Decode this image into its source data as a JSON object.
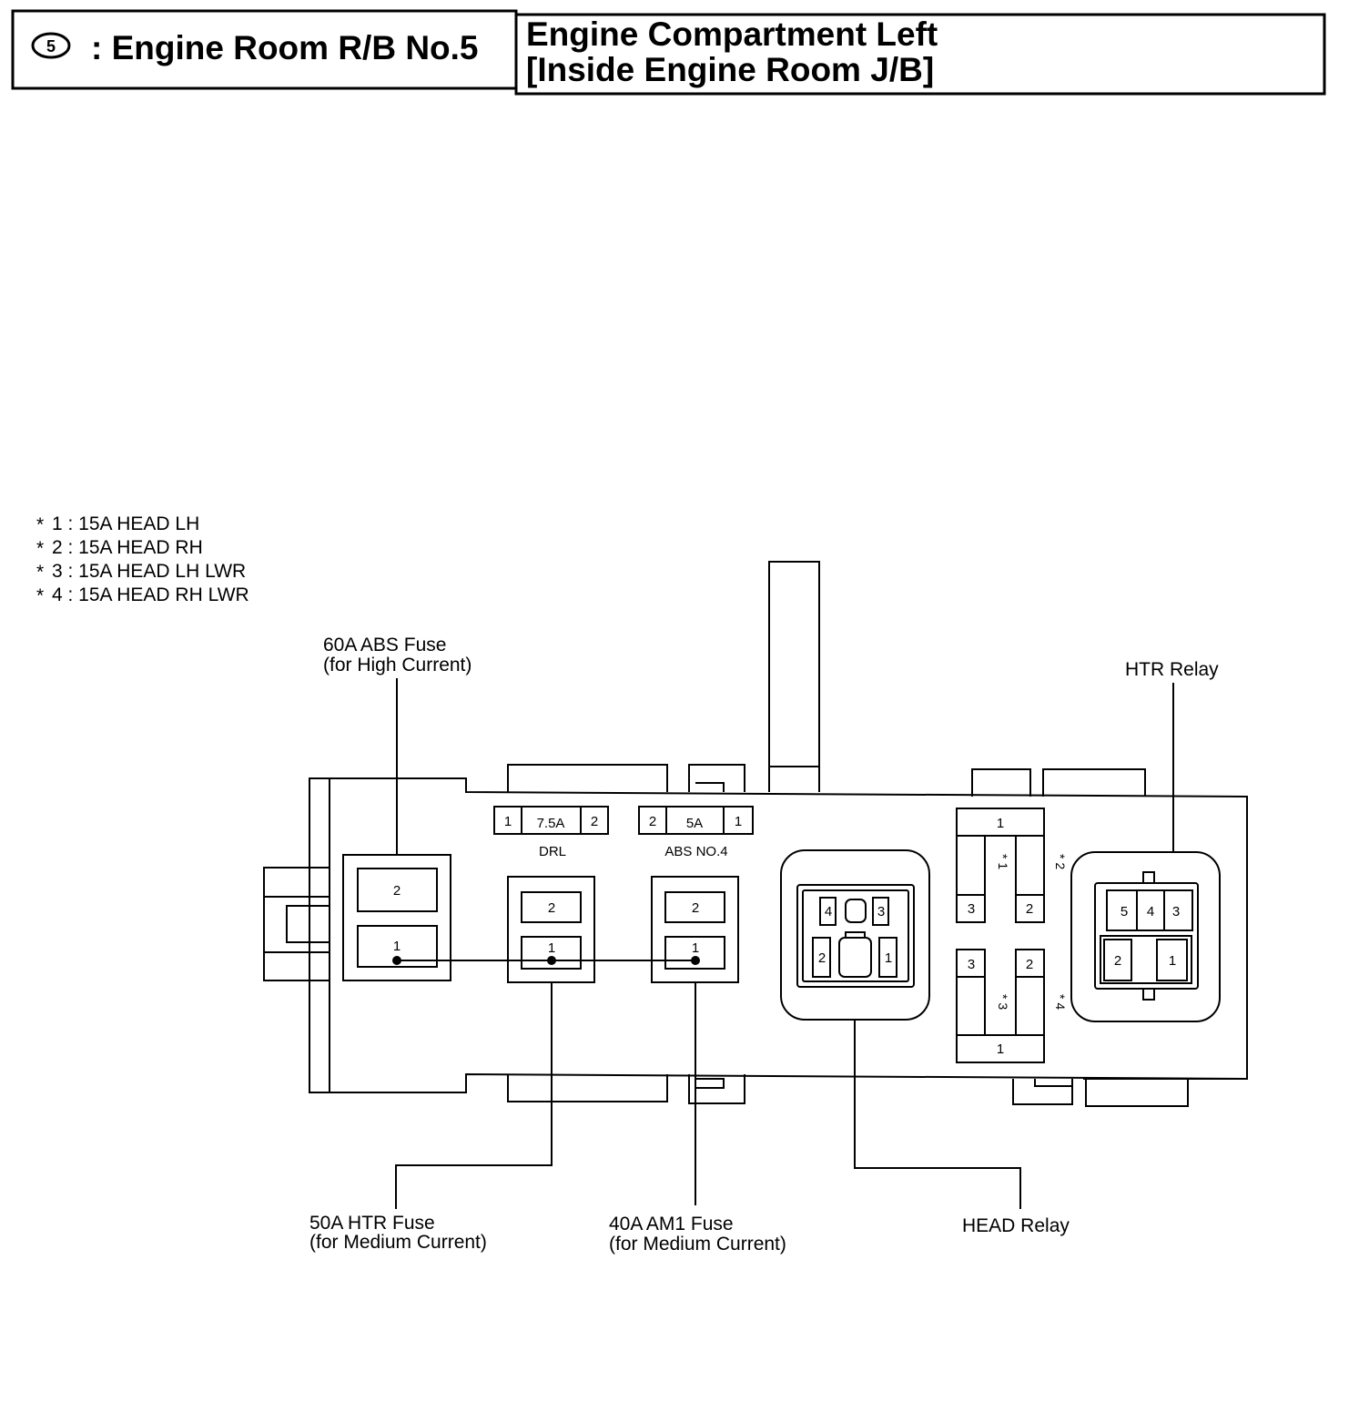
{
  "header": {
    "badge": "5",
    "left_title": ": Engine Room R/B No.5",
    "right_title_line1": "Engine Compartment Left",
    "right_title_line2": "[Inside Engine Room J/B]"
  },
  "legend": [
    {
      "mark": "*",
      "text": "1 : 15A HEAD LH"
    },
    {
      "mark": "*",
      "text": "2 : 15A HEAD RH"
    },
    {
      "mark": "*",
      "text": "3 : 15A HEAD LH LWR"
    },
    {
      "mark": "*",
      "text": "4 : 15A HEAD RH LWR"
    }
  ],
  "callouts": {
    "abs_fuse": [
      "60A ABS Fuse",
      "(for High Current)"
    ],
    "htr_fuse": [
      "50A HTR Fuse",
      "(for Medium Current)"
    ],
    "am1_fuse": [
      "40A AM1 Fuse",
      "(for Medium Current)"
    ],
    "head_relay": [
      "HEAD Relay"
    ],
    "htr_relay": [
      "HTR Relay"
    ]
  },
  "mini_fuses": {
    "drl": {
      "label": "DRL",
      "pin_left": "1",
      "rating": "7.5A",
      "pin_right": "2"
    },
    "abs4": {
      "label": "ABS NO.4",
      "pin_left": "2",
      "rating": "5A",
      "pin_right": "1"
    }
  },
  "cartridge_fuses": {
    "abs": {
      "top": "2",
      "bottom": "1"
    },
    "htr": {
      "top": "2",
      "bottom": "1"
    },
    "am1": {
      "top": "2",
      "bottom": "1"
    }
  },
  "head_relay_pins": [
    "4",
    "3",
    "2",
    "1"
  ],
  "htr_relay_pins": [
    "5",
    "4",
    "3",
    "2",
    "1"
  ],
  "head_fuse_blocks": {
    "upper": {
      "top": "1",
      "left": "3",
      "right": "2",
      "center_mark": "* 1",
      "side_mark": "* 2"
    },
    "lower": {
      "bottom": "1",
      "left": "3",
      "right": "2",
      "center_mark": "* 3",
      "side_mark": "* 4"
    }
  }
}
